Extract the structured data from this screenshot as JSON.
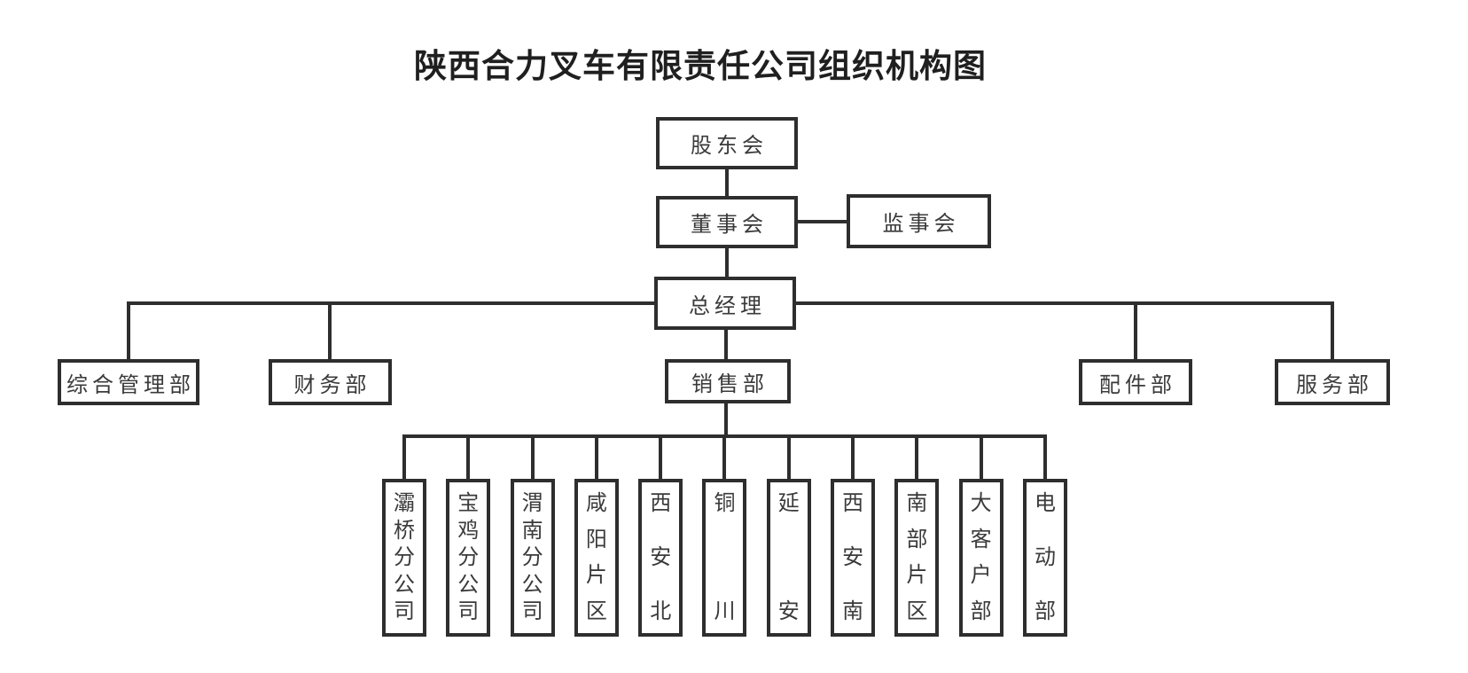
{
  "page": {
    "title": "陕西合力叉车有限责任公司组织机构图"
  },
  "org": {
    "level1": {
      "shareholders": "股东会"
    },
    "level2": {
      "board": "董事会",
      "supervisors": "监事会"
    },
    "level3": {
      "general_manager": "总经理"
    },
    "departments": {
      "admin": "综合管理部",
      "finance": "财务部",
      "sales": "销售部",
      "parts": "配件部",
      "service": "服务部"
    },
    "sales_branches": [
      "灞桥分公司",
      "宝鸡分公司",
      "渭南分公司",
      "咸阳片区",
      "西安北",
      "铜川",
      "延安",
      "西安南",
      "南部片区",
      "大客户部",
      "电动部"
    ]
  },
  "colors": {
    "line": "#2e2e2e",
    "node_text": "#3a3a3a",
    "title_text": "#1f1f1f",
    "background": "#ffffff"
  }
}
